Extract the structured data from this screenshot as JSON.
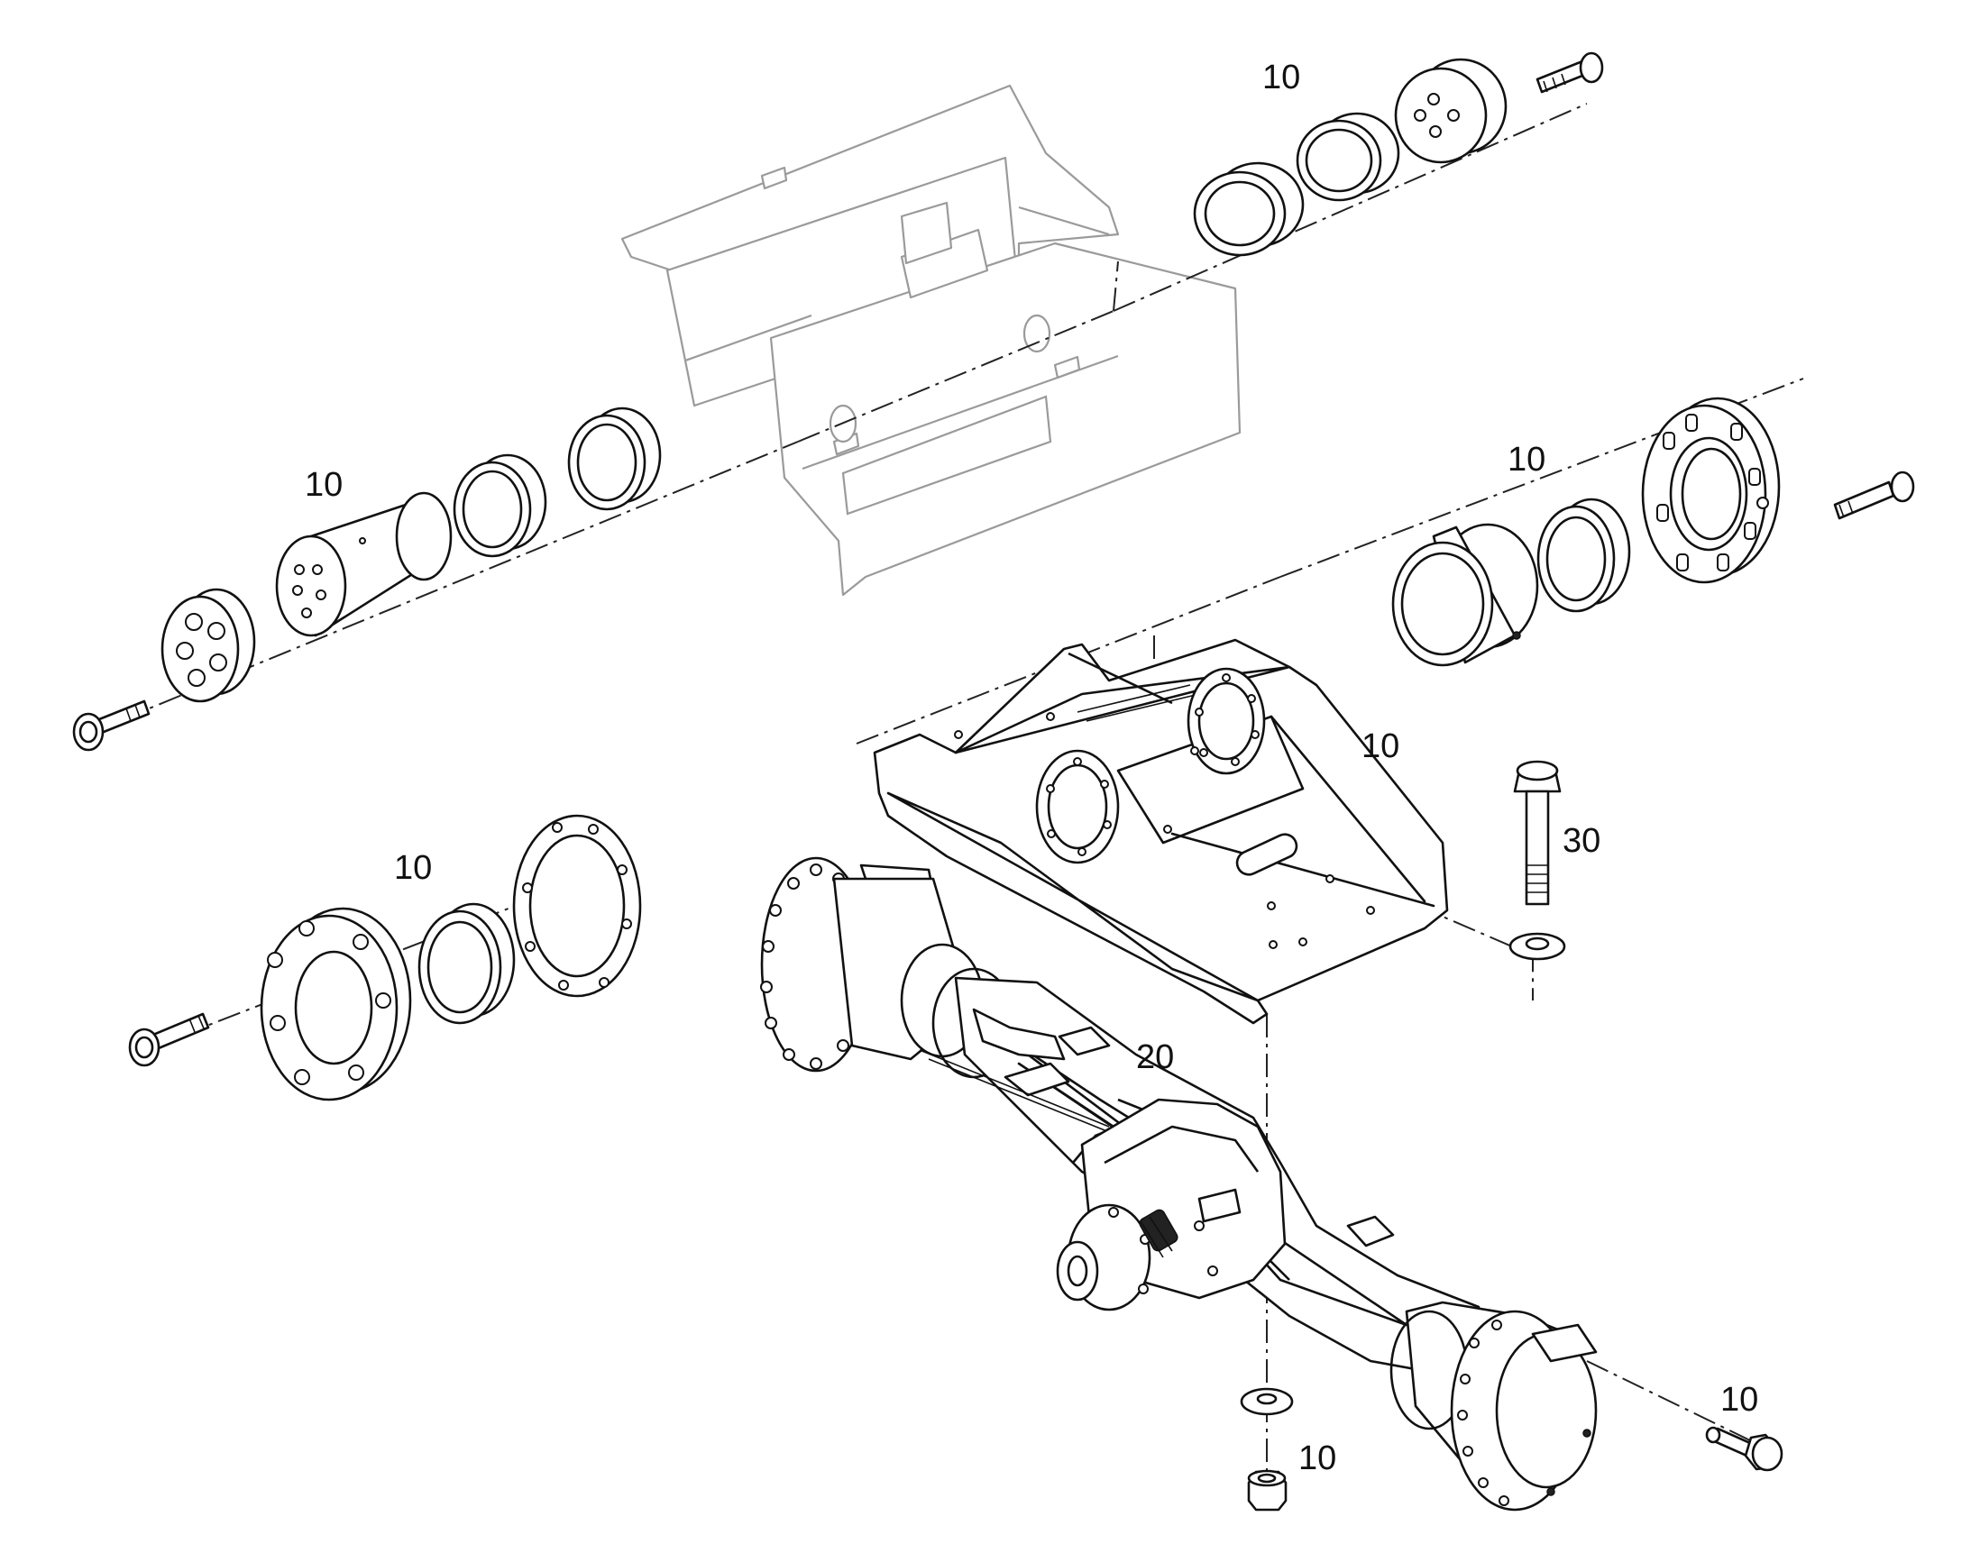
{
  "callouts": [
    {
      "id": "bearing-upper-right",
      "text": "10"
    },
    {
      "id": "pin-left",
      "text": "10"
    },
    {
      "id": "bearing-right-mid",
      "text": "10"
    },
    {
      "id": "bracket",
      "text": "10"
    },
    {
      "id": "bolt-stop",
      "text": "30"
    },
    {
      "id": "flange-left",
      "text": "10"
    },
    {
      "id": "axle",
      "text": "20"
    },
    {
      "id": "bolt-lower-right",
      "text": "10"
    },
    {
      "id": "nut-bottom",
      "text": "10"
    }
  ]
}
